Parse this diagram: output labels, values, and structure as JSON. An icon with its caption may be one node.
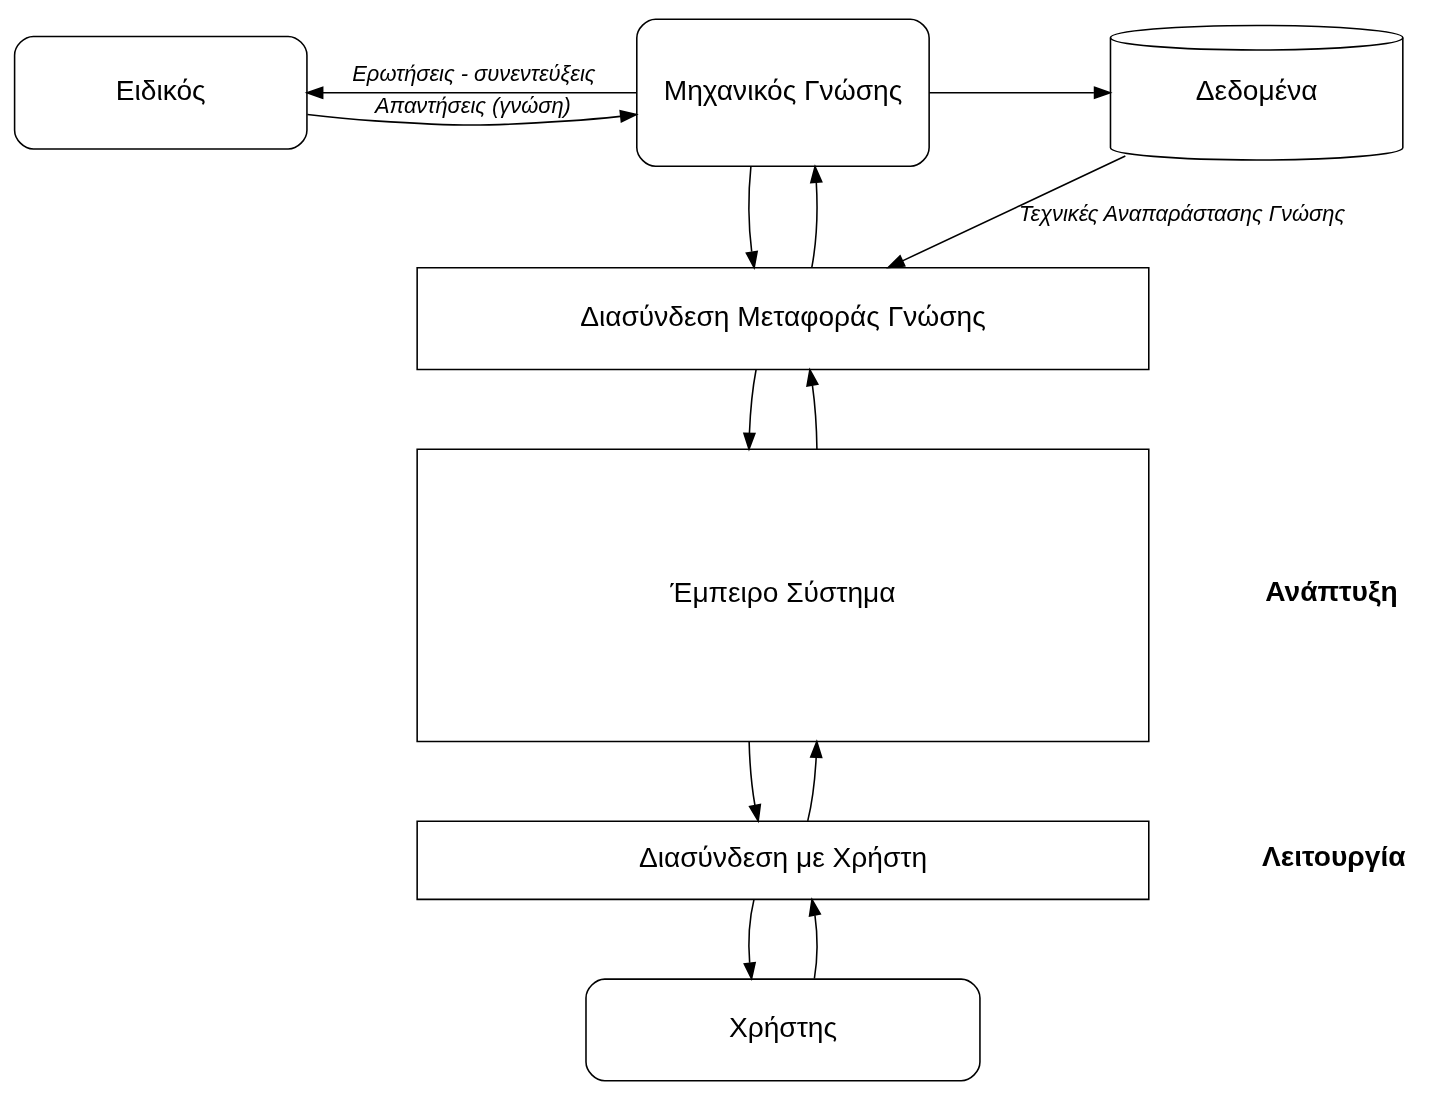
{
  "diagram": {
    "nodes": [
      {
        "text": [
          "Ειδικός"
        ]
      },
      {
        "text": [
          "Μηχανικός Γνώσης"
        ]
      },
      {
        "text": [
          "Δεδομένα"
        ]
      },
      {
        "text": [
          "Διασύνδεση Μεταφοράς Γνώσης"
        ]
      },
      {
        "text": [
          "Έμπειρο Σύστημα"
        ]
      },
      {
        "text": [
          "Διασύνδεση με Χρήστη"
        ]
      },
      {
        "text": [
          "Χρήστης"
        ]
      }
    ],
    "edges": [
      {
        "from": 1,
        "to": 0,
        "arrow": "to",
        "label": "Ερωτήσεις - συνεντεύξεις"
      },
      {
        "from": 0,
        "to": 1,
        "arrow": "to",
        "label": "Απαντήσεις (γνώση)"
      },
      {
        "from": 1,
        "to": 2,
        "arrow": "to"
      },
      {
        "from": 1,
        "to": 3,
        "arrow": "to"
      },
      {
        "from": 3,
        "to": 1,
        "arrow": "to"
      },
      {
        "from": 2,
        "to": 3,
        "arrow": "to",
        "label": "Τεχνικές Αναπαράστασης Γνώσης"
      },
      {
        "from": 3,
        "to": 4,
        "arrow": "to"
      },
      {
        "from": 4,
        "to": 3,
        "arrow": "to"
      },
      {
        "from": 4,
        "to": 5,
        "arrow": "to"
      },
      {
        "from": 5,
        "to": 4,
        "arrow": "to"
      },
      {
        "from": 5,
        "to": 6,
        "arrow": "to"
      },
      {
        "from": 6,
        "to": 5,
        "arrow": "to"
      }
    ],
    "labels": [
      "Ανάπτυξη",
      "Λειτουργία"
    ]
  }
}
